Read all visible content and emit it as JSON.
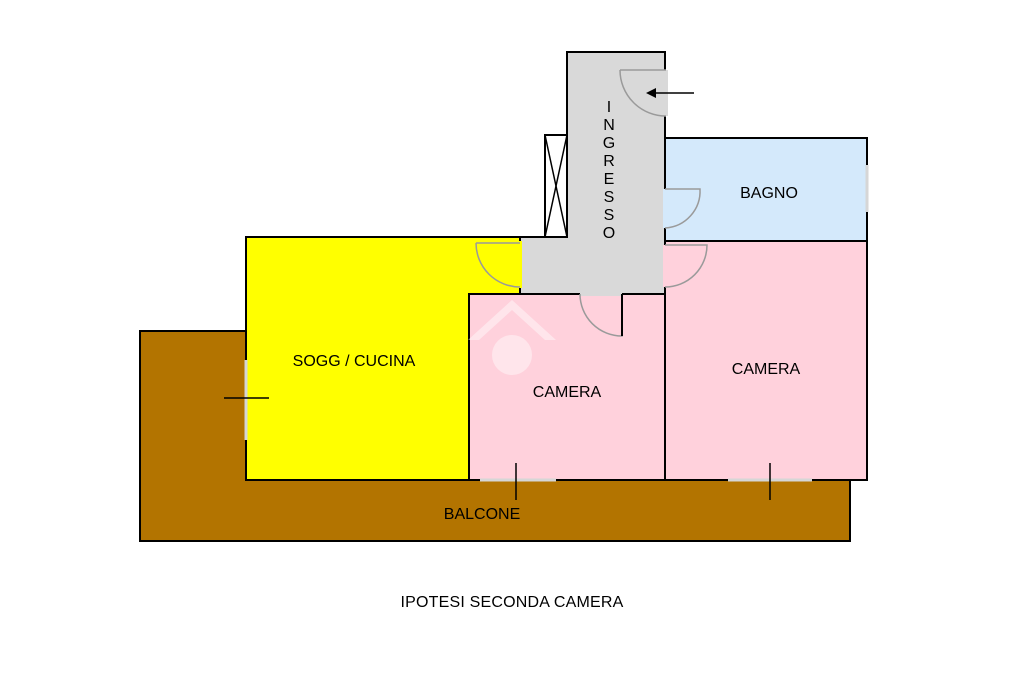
{
  "rooms": {
    "ingresso": {
      "label": "INGRESSO",
      "letters": [
        "I",
        "N",
        "G",
        "R",
        "E",
        "S",
        "S",
        "O"
      ],
      "color": "#d9d9d9"
    },
    "bagno": {
      "label": "BAGNO",
      "color": "#d4e9fb"
    },
    "soggiorno_cucina": {
      "label": "SOGG / CUCINA",
      "color": "#ffff00"
    },
    "camera_1": {
      "label": "CAMERA",
      "color": "#ffd1dc"
    },
    "camera_2": {
      "label": "CAMERA",
      "color": "#ffd1dc"
    },
    "balcone": {
      "label": "BALCONE",
      "color": "#b37400"
    }
  },
  "caption": "IPOTESI SECONDA CAMERA",
  "icons": [
    "entrance-arrow-icon",
    "door-swing-icon",
    "shaft-cross-icon",
    "watermark-logo-icon"
  ]
}
